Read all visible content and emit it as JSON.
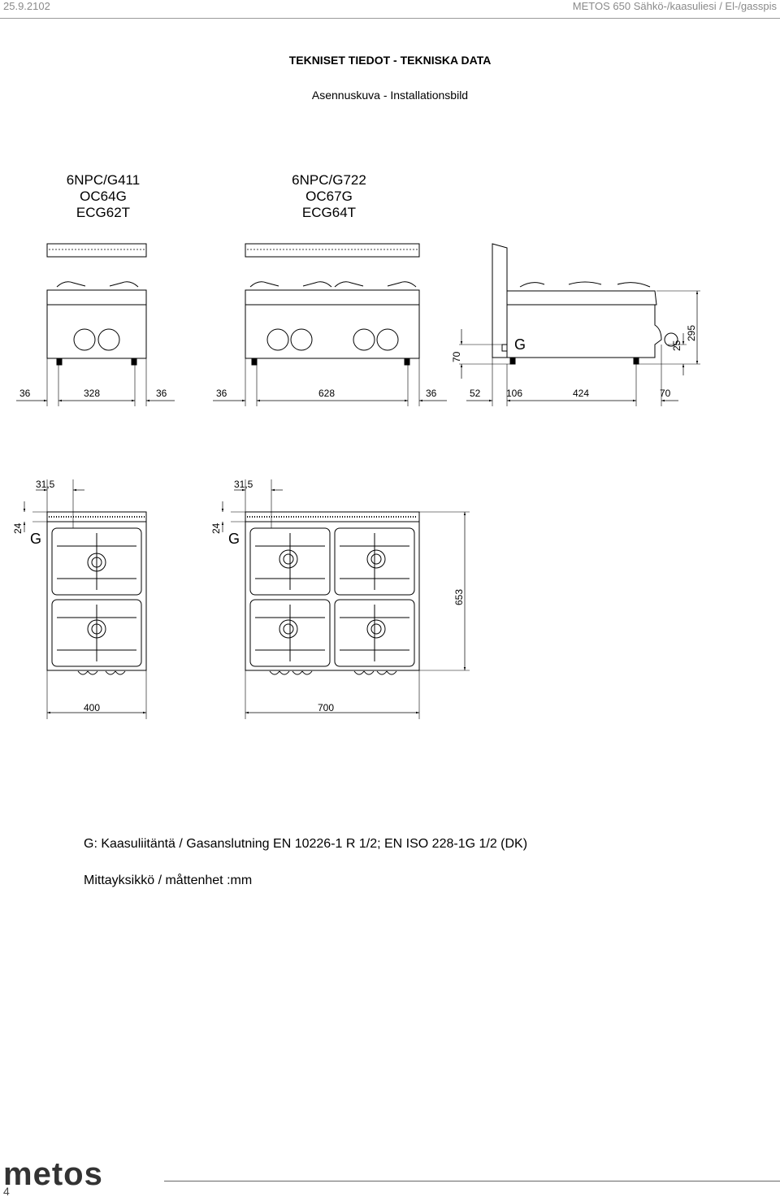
{
  "header": {
    "date": "25.9.2102",
    "doc_title": "METOS 650 Sähkö-/kaasuliesi / El-/gasspis"
  },
  "title": "TEKNISET TIEDOT - TEKNISKA DATA",
  "subtitle": "Asennuskuva - Installationsbild",
  "models": {
    "left": [
      "6NPC/G411",
      "OC64G",
      "ECG62T"
    ],
    "right": [
      "6NPC/G722",
      "OC67G",
      "ECG64T"
    ]
  },
  "front_dims": {
    "left": [
      "36",
      "328",
      "36"
    ],
    "right": [
      "36",
      "628",
      "36"
    ]
  },
  "side_dims": {
    "bottom": [
      "52",
      "106",
      "424",
      "70"
    ],
    "vertical": [
      "70",
      "25",
      "295"
    ],
    "gas_label": "G"
  },
  "top_dims": {
    "offset_x": "31,5",
    "offset_y": "24",
    "gas_label": "G",
    "depth": "653",
    "width_left": "400",
    "width_right": "700"
  },
  "notes": {
    "gas": "G: Kaasuliitäntä / Gasanslutning EN 10226-1 R 1/2; EN ISO 228-1G 1/2 (DK)",
    "units": "Mittayksikkö / måttenhet :mm"
  },
  "footer": {
    "brand": "metos",
    "page": "4"
  }
}
